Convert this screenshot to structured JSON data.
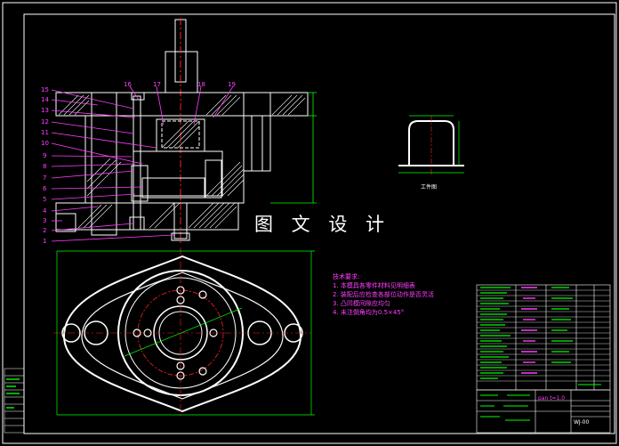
{
  "watermark": "图 文 设 计",
  "part_numbers": [
    "1",
    "2",
    "3",
    "4",
    "5",
    "6",
    "7",
    "8",
    "9",
    "10",
    "11",
    "12",
    "13",
    "14",
    "15",
    "16",
    "17",
    "18",
    "19"
  ],
  "tech_notes": {
    "title": "技术要求:",
    "items": [
      "1. 本模具各零件材料见明细表",
      "2. 装配后应检查各部位动作是否灵活",
      "3. 凸凹模间隙应均匀",
      "4. 未注倒角均为0.5×45°"
    ]
  },
  "title_block": {
    "part_name": "pan t=1.0",
    "drawing_code": "WJ-00"
  },
  "part_view_label": "工件图",
  "colors": {
    "frame": "#ffffff",
    "outline": "#ffffff",
    "leader": "#ff40ff",
    "dimension": "#00ff00",
    "centerline": "#ff2020",
    "hidden": "#ffff00",
    "hatch": "#ffffff"
  }
}
